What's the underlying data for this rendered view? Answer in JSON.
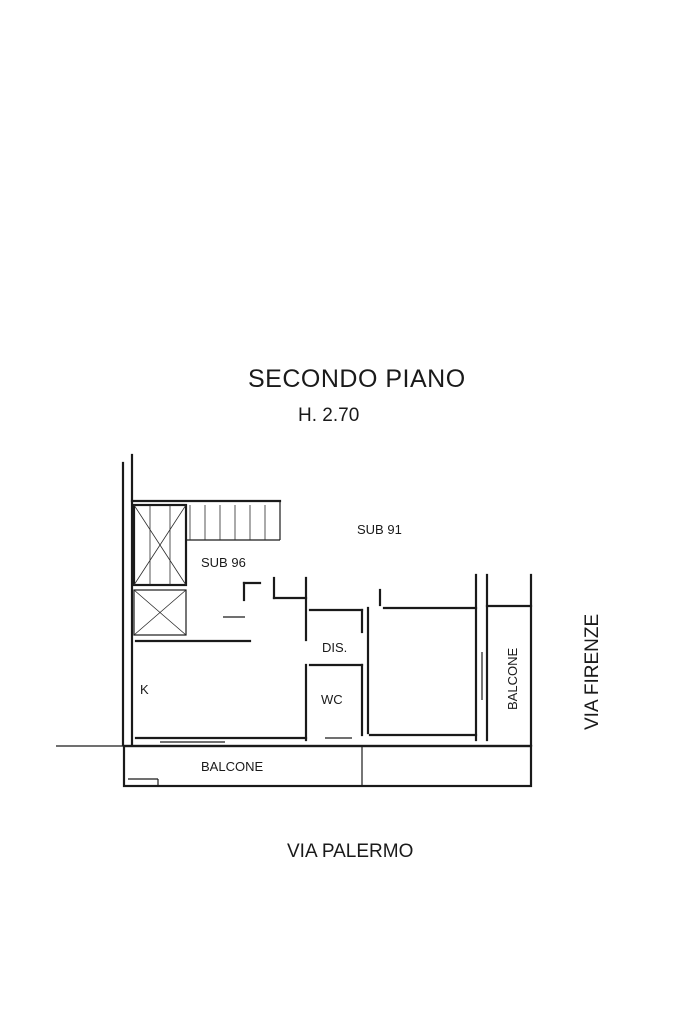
{
  "floor_title": "SECONDO PIANO",
  "ceiling_height": "H. 2.70",
  "units": {
    "main": "SUB 91",
    "stair": "SUB 96"
  },
  "rooms": {
    "kitchen": "K",
    "hall": "DIS.",
    "bathroom": "WC",
    "balcony_south": "BALCONE",
    "balcony_east": "BALCONE"
  },
  "streets": {
    "south": "VIA PALERMO",
    "east": "VIA FIRENZE"
  }
}
